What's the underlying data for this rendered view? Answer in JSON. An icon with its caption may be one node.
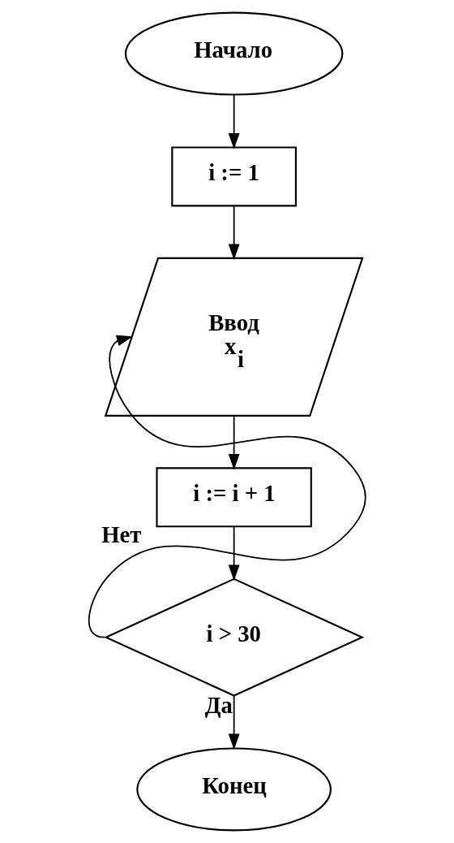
{
  "diagram": {
    "nodes": [
      {
        "text": [
          "Начало"
        ]
      },
      {
        "text": [
          "i := 1"
        ]
      },
      {
        "text": [
          "Ввод",
          "x$_{i}$"
        ]
      },
      {
        "text": [
          "i := i + 1"
        ]
      },
      {
        "text": [
          "i > 30"
        ]
      },
      {
        "text": [
          "Конец"
        ]
      }
    ],
    "edges": [
      {
        "from": 0,
        "to": 1,
        "arrow": "to"
      },
      {
        "from": 1,
        "to": 2,
        "arrow": "to"
      },
      {
        "from": 2,
        "to": 3,
        "arrow": "to"
      },
      {
        "from": 3,
        "to": 4,
        "arrow": "to"
      },
      {
        "from": 4,
        "to": 5,
        "arrow": "to",
        "label": "Да"
      },
      {
        "from": 4,
        "to": 2,
        "arrow": "to",
        "label": "Нет"
      }
    ]
  }
}
